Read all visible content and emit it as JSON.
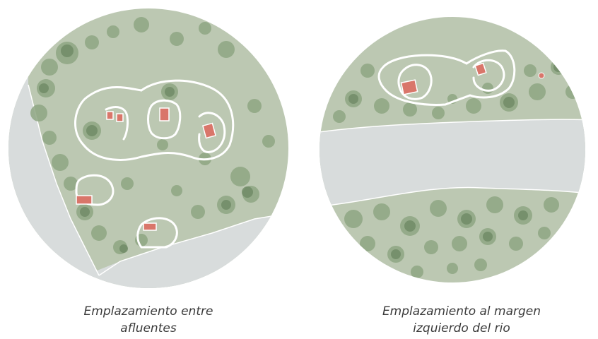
{
  "panels": [
    {
      "caption_line1": "Emplazamiento entre",
      "caption_line2": "afluentes"
    },
    {
      "caption_line1": "Emplazamiento al margen",
      "caption_line2": "izquierdo del rio"
    }
  ],
  "colors": {
    "vegetation": "#bcc8b2",
    "tree_canopy": "#8fa683",
    "tree_dark": "#6f8a65",
    "water": "#d8dcdc",
    "boundary": "#ffffff",
    "building": "#d9766a"
  }
}
